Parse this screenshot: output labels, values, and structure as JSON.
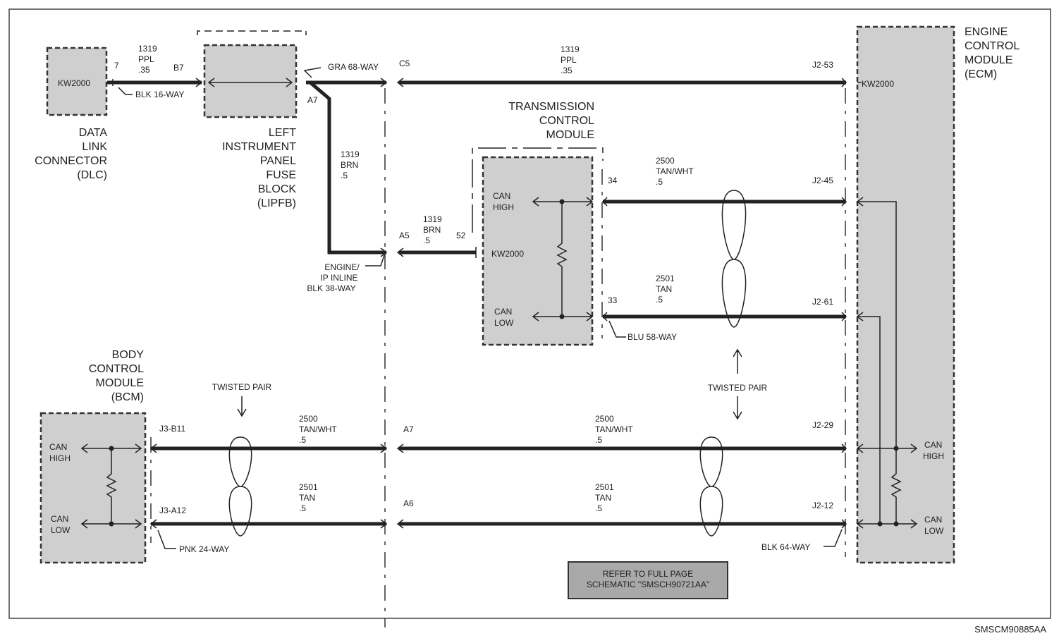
{
  "modules": {
    "dlc": {
      "lines": [
        "DATA",
        "LINK",
        "CONNECTOR",
        "(DLC)"
      ],
      "bus": "KW2000"
    },
    "lipfb": {
      "lines": [
        "LEFT",
        "INSTRUMENT",
        "PANEL",
        "FUSE",
        "BLOCK",
        "(LIPFB)"
      ]
    },
    "tcm": {
      "lines": [
        "TRANSMISSION",
        "CONTROL",
        "MODULE"
      ],
      "bus": "KW2000",
      "can_high": [
        "CAN",
        "HIGH"
      ],
      "can_low": [
        "CAN",
        "LOW"
      ]
    },
    "ecm": {
      "lines": [
        "ENGINE",
        "CONTROL",
        "MODULE",
        "(ECM)"
      ],
      "bus": "KW2000",
      "can_high": [
        "CAN",
        "HIGH"
      ],
      "can_low": [
        "CAN",
        "LOW"
      ]
    },
    "bcm": {
      "lines": [
        "BODY",
        "CONTROL",
        "MODULE",
        "(BCM)"
      ],
      "can_high": [
        "CAN",
        "HIGH"
      ],
      "can_low": [
        "CAN",
        "LOW"
      ]
    }
  },
  "pins": {
    "dlc_7": "7",
    "lipfb_b7": "B7",
    "lipfb_a7": "A7",
    "c5": "C5",
    "j2_53": "J2-53",
    "a5": "A5",
    "tcm_52": "52",
    "tcm_34": "34",
    "tcm_33": "33",
    "j2_45": "J2-45",
    "j2_61": "J2-61",
    "j3_b11": "J3-B11",
    "j3_a12": "J3-A12",
    "a7": "A7",
    "a6": "A6",
    "j2_29": "J2-29",
    "j2_12": "J2-12"
  },
  "connectors": {
    "blk16": "BLK 16-WAY",
    "gra68": "GRA 68-WAY",
    "inline": [
      "ENGINE/",
      "IP INLINE",
      "BLK 38-WAY"
    ],
    "blu58": "BLU 58-WAY",
    "pnk24": "PNK 24-WAY",
    "blk64": "BLK 64-WAY"
  },
  "wires": {
    "dlc_fuse": [
      "1319",
      "PPL",
      ".35"
    ],
    "c5_ecm": [
      "1319",
      "PPL",
      ".35"
    ],
    "a7_down": [
      "1319",
      "BRN",
      ".5"
    ],
    "a5_tcm": [
      "1319",
      "BRN",
      ".5"
    ],
    "tcm_high": [
      "2500",
      "TAN/WHT",
      ".5"
    ],
    "tcm_low": [
      "2501",
      "TAN",
      ".5"
    ],
    "bcm_high": [
      "2500",
      "TAN/WHT",
      ".5"
    ],
    "bcm_low": [
      "2501",
      "TAN",
      ".5"
    ],
    "ecm_high": [
      "2500",
      "TAN/WHT",
      ".5"
    ],
    "ecm_low": [
      "2501",
      "TAN",
      ".5"
    ]
  },
  "twisted_pair_label": "TWISTED PAIR",
  "refer_note": [
    "REFER TO FULL PAGE",
    "SCHEMATIC \"SMSCH90721AA\""
  ],
  "figure_code": "SMSCM90885AA",
  "colors": {
    "module_fill": "#cfcfcf",
    "wire": "#222222",
    "note_fill": "#a9a9a9"
  }
}
